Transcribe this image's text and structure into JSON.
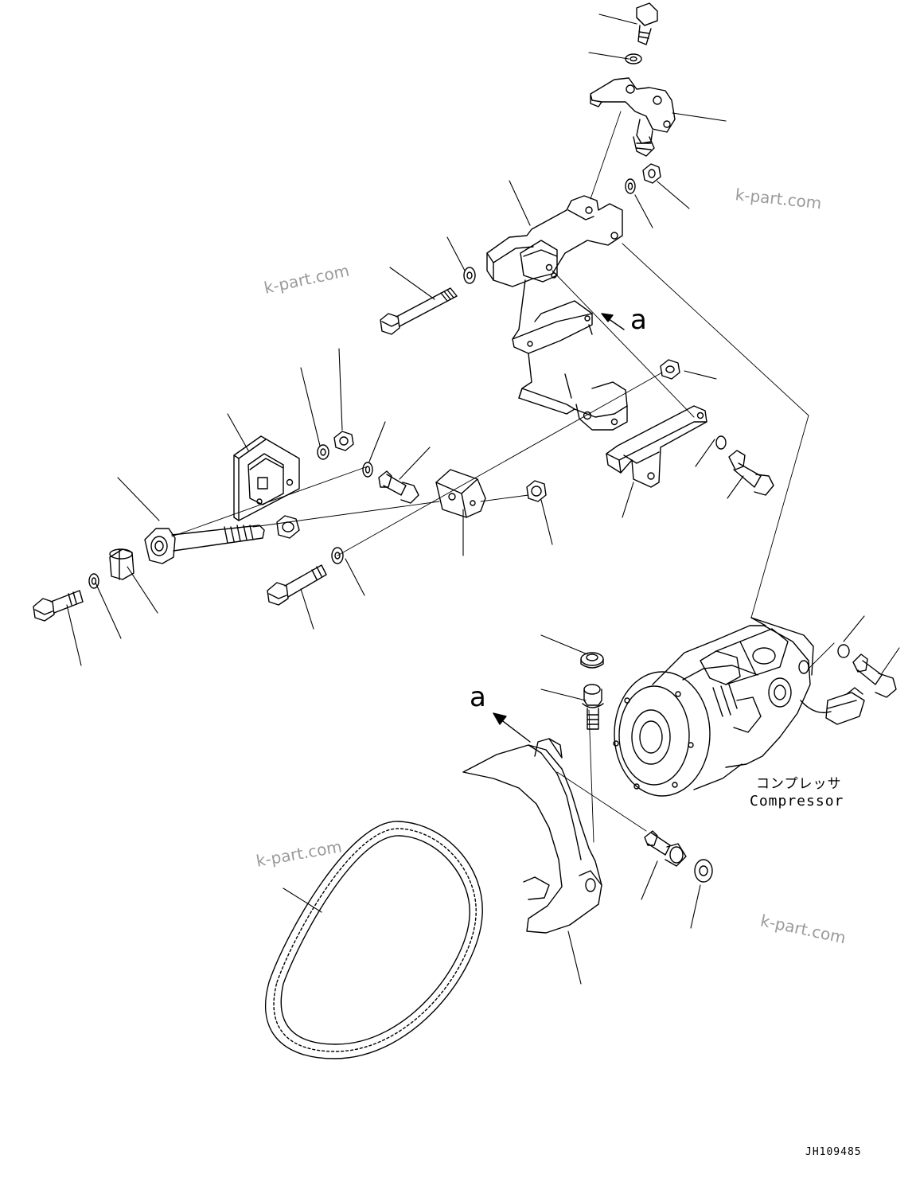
{
  "labels": {
    "compressor_jp": "コンプレッサ",
    "compressor_en": "Compressor",
    "ref_upper": "a",
    "ref_lower": "a",
    "drawing_code": "JH109485"
  },
  "watermarks": [
    "k-part.com",
    "k-part.com",
    "k-part.com",
    "k-part.com"
  ],
  "colors": {
    "ink": "#000000",
    "watermark": "#9a9a9a",
    "background": "#ffffff"
  }
}
